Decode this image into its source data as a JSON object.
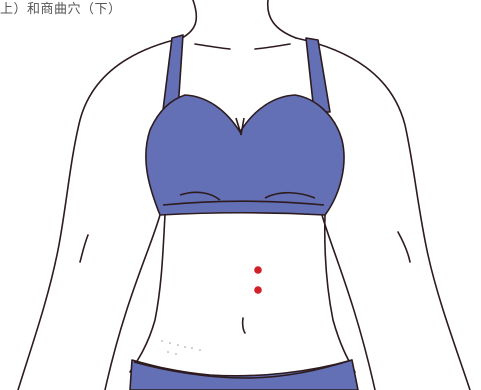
{
  "caption": "上）和商曲穴（下）",
  "colors": {
    "garment": "#6470b6",
    "outline": "#2d1b1f",
    "acupoint": "#d21f28",
    "skin": "#ffffff"
  },
  "acupoints": [
    {
      "name": "upper-point"
    },
    {
      "name": "lower-point"
    }
  ]
}
